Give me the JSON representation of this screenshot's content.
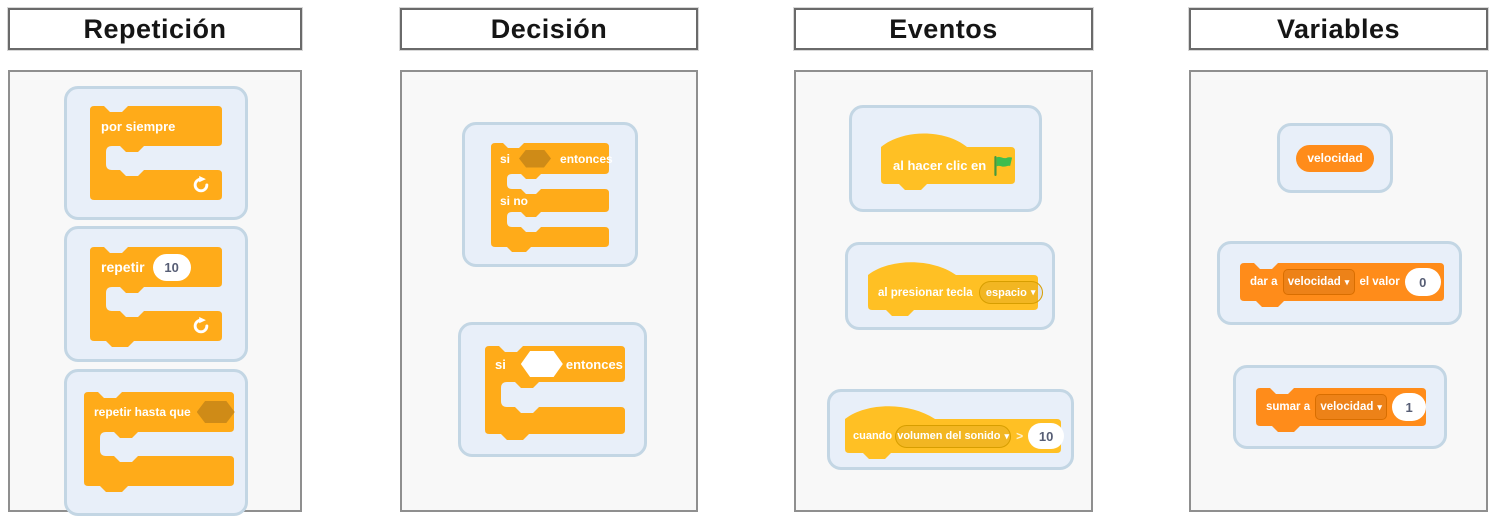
{
  "page": {
    "background": "#FFFFFF"
  },
  "colors": {
    "control_block": "#FFAB19",
    "control_placeholder_hex": "#CF8B17",
    "events_block": "#FFC024",
    "variables_block": "#FF8C1A",
    "card_background": "#E8EFF9",
    "card_border": "#C3D6E4",
    "panel_background": "#F8F8F8",
    "panel_border": "#8F8F8F",
    "input_text": "#575E75",
    "flag_green": "#3EBD4E"
  },
  "icons": {
    "dropdown_arrow": "▾"
  },
  "columns": [
    {
      "title": "Repetición",
      "blocks": [
        {
          "label": "por siempre"
        },
        {
          "label": "repetir",
          "value": "10"
        },
        {
          "label": "repetir hasta que"
        }
      ]
    },
    {
      "title": "Decisión",
      "blocks": [
        {
          "label_if": "si",
          "label_then": "entonces",
          "label_else": "si no"
        },
        {
          "label_if": "si",
          "label_then": "entonces"
        }
      ]
    },
    {
      "title": "Eventos",
      "blocks": [
        {
          "label": "al hacer clic en"
        },
        {
          "label": "al presionar tecla",
          "dropdown": "espacio"
        },
        {
          "label": "cuando",
          "dropdown": "volumen del sonido",
          "operator": ">",
          "value": "10"
        }
      ]
    },
    {
      "title": "Variables",
      "blocks": [
        {
          "label": "velocidad"
        },
        {
          "label": "dar a",
          "dropdown": "velocidad",
          "label_suffix": "el valor",
          "value": "0"
        },
        {
          "label": "sumar a",
          "dropdown": "velocidad",
          "value": "1"
        }
      ]
    }
  ]
}
